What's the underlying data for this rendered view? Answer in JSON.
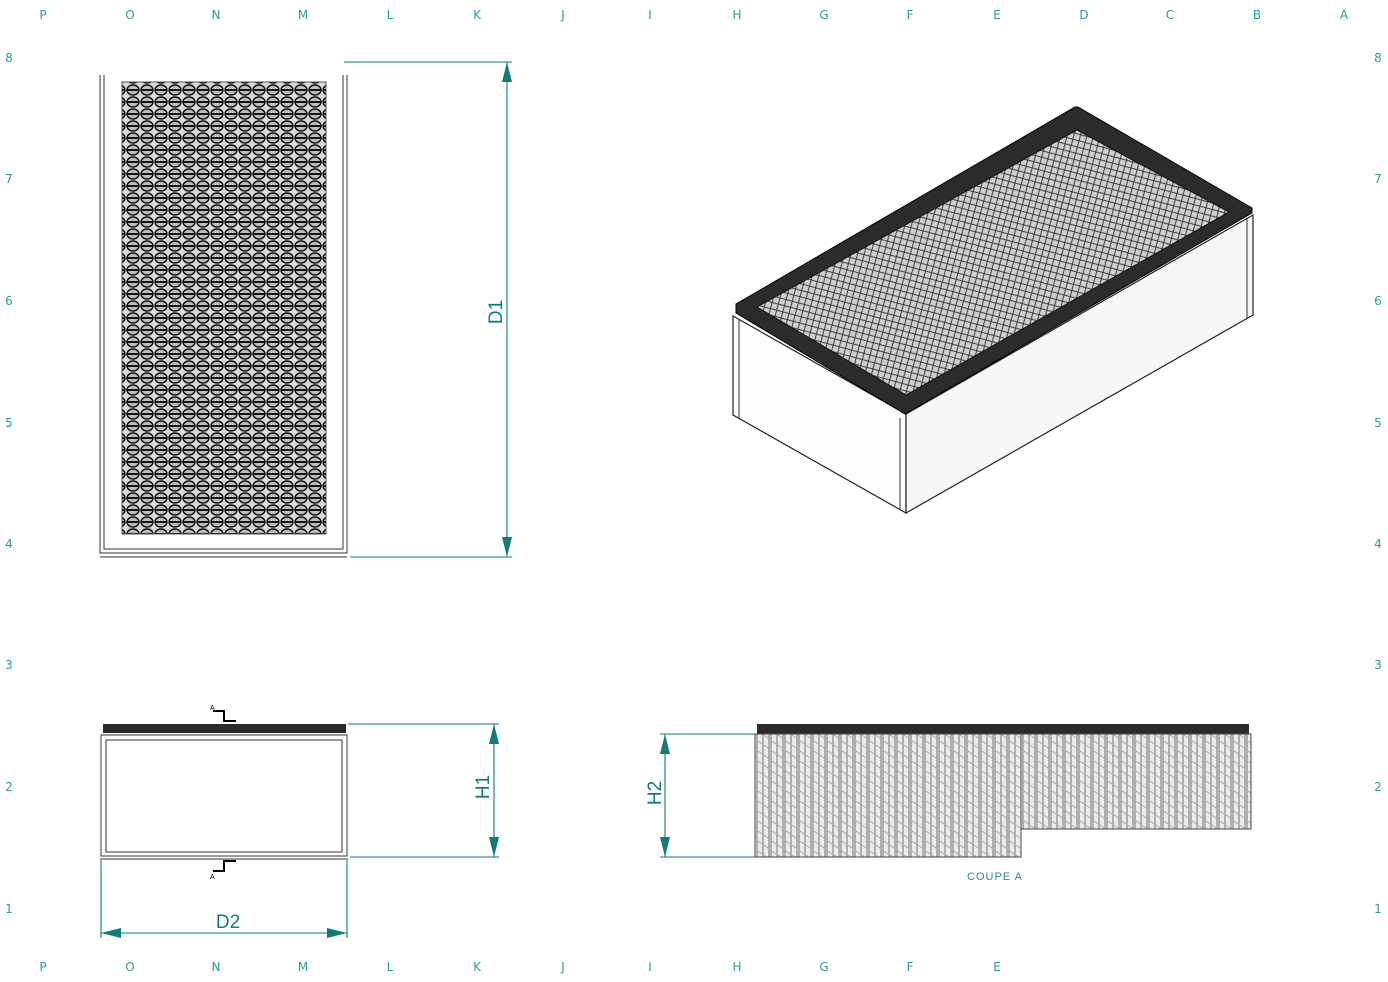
{
  "zones": {
    "columns": [
      "P",
      "O",
      "N",
      "M",
      "L",
      "K",
      "J",
      "I",
      "H",
      "G",
      "F",
      "E",
      "D",
      "C",
      "B",
      "A"
    ],
    "columns_bottom": [
      "P",
      "O",
      "N",
      "M",
      "L",
      "K",
      "J",
      "I",
      "H",
      "G",
      "F",
      "E"
    ],
    "rows": [
      "8",
      "7",
      "6",
      "5",
      "4",
      "3",
      "2",
      "1"
    ]
  },
  "dimensions": {
    "d1": "D1",
    "d2": "D2",
    "h1": "H1",
    "h2": "H2"
  },
  "section": {
    "label": "COUPE A",
    "mark_top": "A",
    "mark_bottom": "A"
  },
  "colors": {
    "dimension": "#127b7b",
    "zone_label": "#2a9d9a",
    "gasket": "#2b2b2b"
  }
}
